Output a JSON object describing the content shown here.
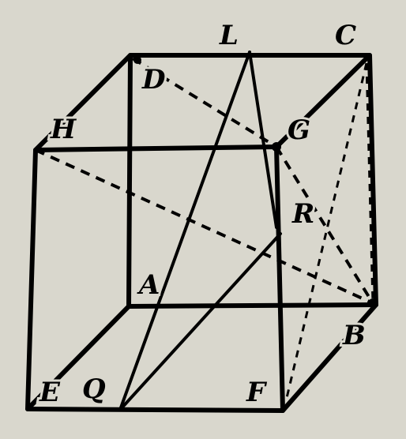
{
  "figure": {
    "background_color": "#d9d7cd",
    "line_color": "#000000",
    "labels": {
      "L": "L",
      "C": "C",
      "D": "D",
      "H": "H",
      "G": "G",
      "R": "R",
      "A": "A",
      "B": "B",
      "E": "E",
      "Q": "Q",
      "F": "F"
    }
  }
}
